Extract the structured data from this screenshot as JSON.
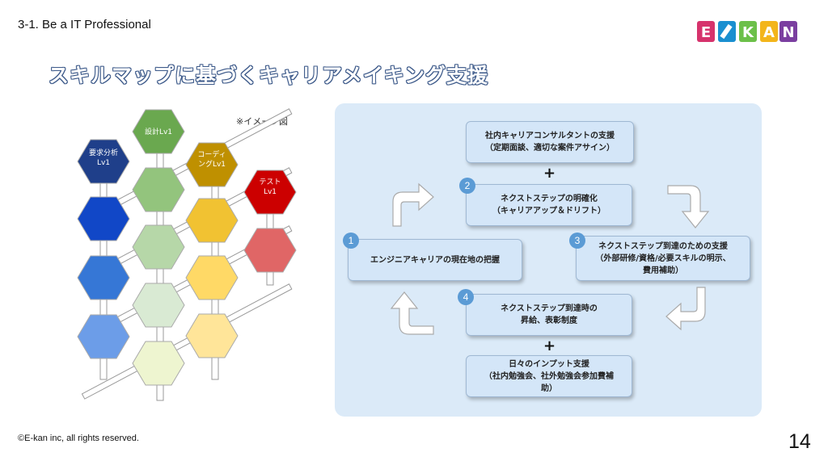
{
  "header": {
    "section_title": "3-1.  Be a IT Professional",
    "slide_title": "スキルマップに基づくキャリアメイキング支援"
  },
  "logo": {
    "text": "E-KAN",
    "colors": [
      "#d6336c",
      "#1a8fd0",
      "#6cc04a",
      "#f3b51b",
      "#7b3fa0"
    ]
  },
  "skill_map": {
    "note": "※イメージ図",
    "labels": {
      "requirements": "要求分析\nLv1",
      "design": "設計Lv1",
      "coding": "コーディ\nングLv1",
      "test": "テスト\nLv1"
    }
  },
  "process": {
    "top_box": "社内キャリアコンサルタントの支援\n（定期面談、適切な案件アサイン）",
    "step2": "ネクストステップの明確化\n（キャリアアップ＆ドリフト）",
    "step1": "エンジニアキャリアの現在地の把握",
    "step3": "ネクストステップ到達のための支援\n（外部研修/資格/必要スキルの明示、\n費用補助）",
    "step4": "ネクストステップ到達時の\n昇給、表彰制度",
    "bottom_box": "日々のインプット支援\n（社内勉強会、社外勉強会参加費補\n助）",
    "numbers": [
      "1",
      "2",
      "3",
      "4"
    ],
    "plus": "+"
  },
  "footer": {
    "copyright": "©E-kan inc, all rights reserved.",
    "page_number": "14"
  }
}
